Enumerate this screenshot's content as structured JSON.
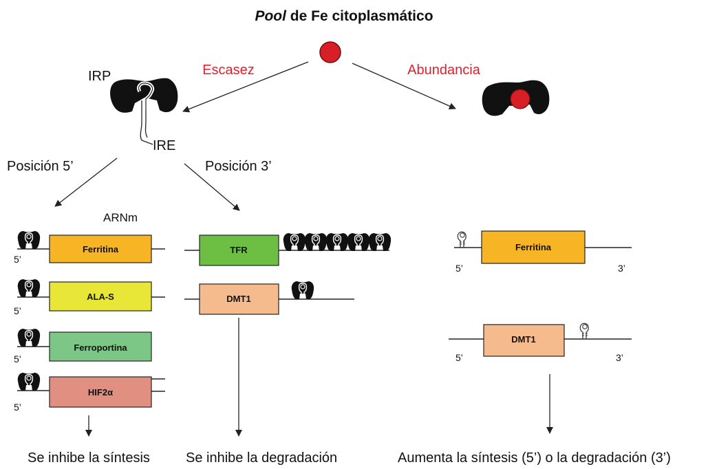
{
  "title_italic": "Pool",
  "title_rest": " de Fe citoplasmático",
  "labels": {
    "escasez": "Escasez",
    "abundancia": "Abundancia",
    "irp": "IRP",
    "ire": "IRE",
    "posicion5": "Posición  5’",
    "posicion3": "Posición  3’",
    "arnm": "ARNm"
  },
  "left_boxes": [
    {
      "label": "Ferritina",
      "color": "#f7b526",
      "prime": "5’"
    },
    {
      "label": "ALA-S",
      "color": "#e8e637",
      "prime": "5’"
    },
    {
      "label": "Ferroportina",
      "color": "#7cc785",
      "prime": "5’"
    },
    {
      "label": "HIF2α",
      "color": "#e18f80",
      "prime": "5’"
    }
  ],
  "middle_boxes": [
    {
      "label": "TFR",
      "color": "#6cbf43"
    },
    {
      "label": "DMT1",
      "color": "#f6bb8d"
    }
  ],
  "right_boxes": [
    {
      "label": "Ferritina",
      "color": "#f7b526",
      "prime5": "5’",
      "prime3": "3’"
    },
    {
      "label": "DMT1",
      "color": "#f6bb8d",
      "prime5": "5’",
      "prime3": "3’"
    }
  ],
  "bottom": {
    "left": "Se inhibe la síntesis",
    "middle": "Se inhibe la degradación",
    "right": "Aumenta la síntesis (5’) o la degradación (3’)"
  },
  "colors": {
    "iron": "#d91f26",
    "red_text": "#e0202a",
    "protein": "#111111"
  }
}
